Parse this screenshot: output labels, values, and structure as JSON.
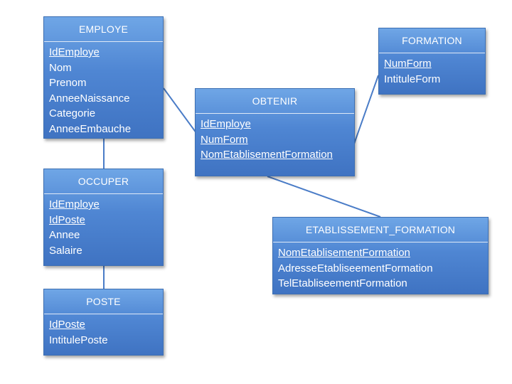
{
  "entities": {
    "employe": {
      "title": "EMPLOYE",
      "attributes": [
        {
          "name": "IdEmploye",
          "key": true
        },
        {
          "name": "Nom",
          "key": false
        },
        {
          "name": "Prenom",
          "key": false
        },
        {
          "name": "AnneeNaissance",
          "key": false
        },
        {
          "name": "Categorie",
          "key": false
        },
        {
          "name": "AnneeEmbauche",
          "key": false
        }
      ]
    },
    "occuper": {
      "title": "OCCUPER",
      "attributes": [
        {
          "name": "IdEmploye",
          "key": true
        },
        {
          "name": "IdPoste",
          "key": true
        },
        {
          "name": "Annee",
          "key": false
        },
        {
          "name": "Salaire",
          "key": false
        }
      ]
    },
    "poste": {
      "title": "POSTE",
      "attributes": [
        {
          "name": "IdPoste",
          "key": true
        },
        {
          "name": "IntitulePoste",
          "key": false
        }
      ]
    },
    "obtenir": {
      "title": "OBTENIR",
      "attributes": [
        {
          "name": "IdEmploye",
          "key": true
        },
        {
          "name": "NumForm",
          "key": true
        },
        {
          "name": "NomEtablisementFormation",
          "key": true
        }
      ]
    },
    "formation": {
      "title": "FORMATION",
      "attributes": [
        {
          "name": "NumForm",
          "key": true
        },
        {
          "name": "IntituleForm",
          "key": false
        }
      ]
    },
    "etablissement_formation": {
      "title": "ETABLISSEMENT_FORMATION",
      "attributes": [
        {
          "name": "NomEtablisementFormation",
          "key": true
        },
        {
          "name": "AdresseEtabliseementFormation",
          "key": false
        },
        {
          "name": "TelEtabliseementFormation",
          "key": false
        }
      ]
    }
  },
  "relationships": [
    {
      "from": "employe",
      "to": "occuper"
    },
    {
      "from": "occuper",
      "to": "poste"
    },
    {
      "from": "employe",
      "to": "obtenir"
    },
    {
      "from": "obtenir",
      "to": "formation"
    },
    {
      "from": "obtenir",
      "to": "etablissement_formation"
    }
  ]
}
